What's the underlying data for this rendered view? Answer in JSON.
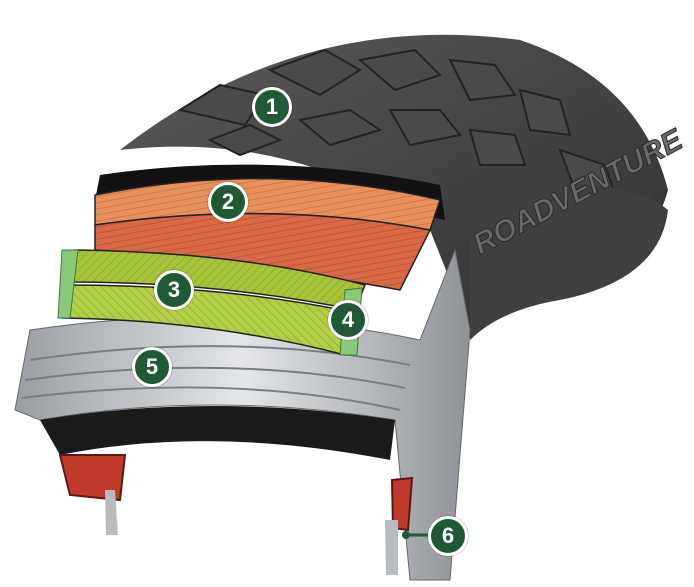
{
  "diagram": {
    "brand_text": "ROADVENTURE",
    "colors": {
      "marker": "#1f5a35",
      "marker_text": "#ffffff",
      "tread_rubber": "#3c3c3c",
      "layer_orange": "#e8915c",
      "layer_red": "#d96a45",
      "layer_green": "#a7c53a",
      "edge_green": "#8cc87a",
      "steel_ply": "#c8cbcf",
      "bead_red": "#c0392b"
    },
    "markers": [
      {
        "number": "1"
      },
      {
        "number": "2"
      },
      {
        "number": "3"
      },
      {
        "number": "4"
      },
      {
        "number": "5"
      },
      {
        "number": "6"
      }
    ]
  }
}
